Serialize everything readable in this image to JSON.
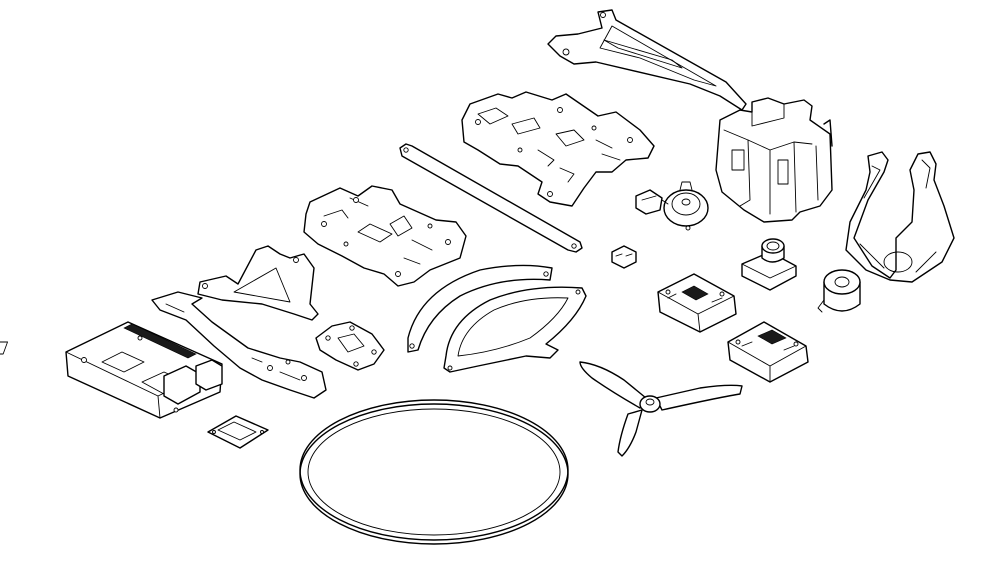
{
  "diagram": {
    "background": "#ffffff",
    "line_color": "#000000",
    "parts": [
      {
        "name": "raspberry-pi-board"
      },
      {
        "name": "camera-board"
      },
      {
        "name": "arm-spar"
      },
      {
        "name": "triangle-bracket"
      },
      {
        "name": "small-mount-plate"
      },
      {
        "name": "bottom-frame-plate"
      },
      {
        "name": "top-frame-plate"
      },
      {
        "name": "long-rod"
      },
      {
        "name": "upper-arm"
      },
      {
        "name": "prop-guard-arc"
      },
      {
        "name": "prop-guard-shield"
      },
      {
        "name": "motor"
      },
      {
        "name": "connector"
      },
      {
        "name": "flight-controller"
      },
      {
        "name": "esc-board"
      },
      {
        "name": "fpv-camera"
      },
      {
        "name": "propeller"
      },
      {
        "name": "gimbal-cage"
      },
      {
        "name": "gripper-claw"
      },
      {
        "name": "magnet"
      },
      {
        "name": "ring-band"
      }
    ]
  }
}
